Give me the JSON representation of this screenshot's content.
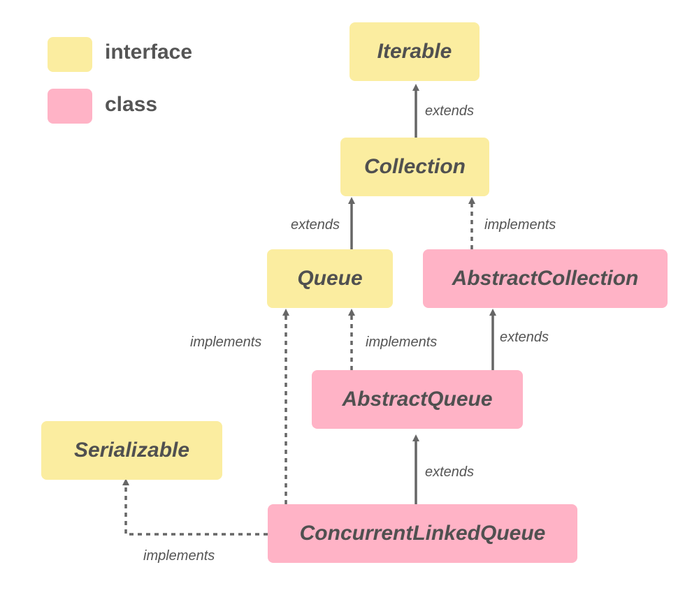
{
  "legend": {
    "interface_label": "interface",
    "class_label": "class",
    "interface_color": "#fbeda0",
    "class_color": "#ffb3c6"
  },
  "nodes": {
    "iterable": "Iterable",
    "collection": "Collection",
    "queue": "Queue",
    "abstract_collection": "AbstractCollection",
    "abstract_queue": "AbstractQueue",
    "serializable": "Serializable",
    "concurrent_linked_queue": "ConcurrentLinkedQueue"
  },
  "edges": {
    "collection_to_iterable": "extends",
    "queue_to_collection": "extends",
    "abstract_collection_to_collection": "implements",
    "abstract_queue_to_queue": "implements",
    "concurrent_to_queue": "implements",
    "abstract_queue_to_abstract_collection": "extends",
    "concurrent_to_abstract_queue": "extends",
    "concurrent_to_serializable": "implements"
  }
}
